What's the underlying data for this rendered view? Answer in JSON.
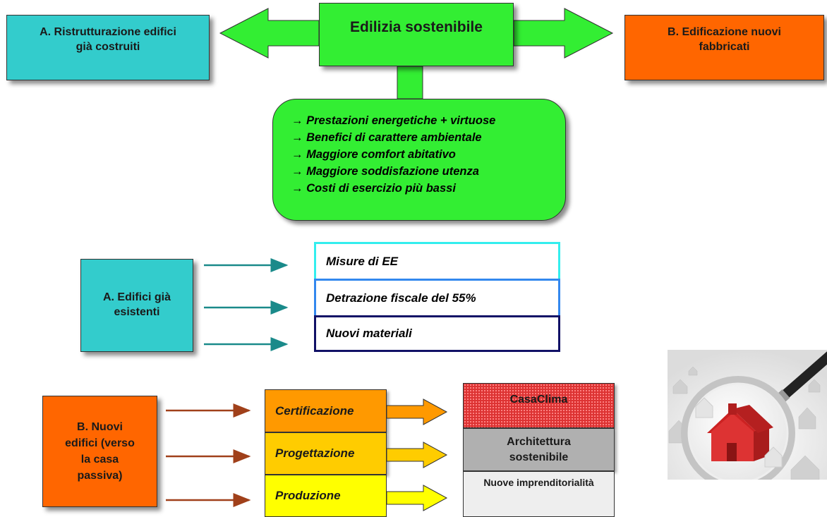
{
  "top": {
    "center_title": "Edilizia sostenibile",
    "left_box": "A. Ristrutturazione edifici già costruiti",
    "right_box": "B. Edificazione nuovi fabbricati",
    "benefits": [
      "Prestazioni energetiche + virtuose",
      "Benefici di carattere ambientale",
      "Maggiore comfort abitativo",
      "Maggiore soddisfazione utenza",
      "Costi di esercizio più bassi"
    ],
    "arrow_glyph": "→"
  },
  "middle": {
    "box": "A. Edifici già esistenti",
    "items": [
      "Misure di EE",
      "Detrazione fiscale del 55%",
      "Nuovi materiali"
    ]
  },
  "bottom": {
    "box": "B. Nuovi edifici (verso la casa passiva)",
    "steps": [
      "Certificazione",
      "Progettazione",
      "Produzione"
    ],
    "results": [
      "CasaClima",
      "Architettura sostenibile",
      "Nuove imprenditorialità"
    ]
  },
  "colors": {
    "green": "#33ee33",
    "teal": "#33cccc",
    "orange": "#ff6600",
    "teal_arrow": "#1a8a8a",
    "brown_arrow": "#a0401a",
    "step1": "#ff9900",
    "step2": "#ffcc00",
    "step3": "#ffff00",
    "result1": "#dd3333",
    "result2": "#b0b0b0",
    "result3": "#eeeeee"
  },
  "image": {
    "icon": "magnifier-house-icon"
  }
}
